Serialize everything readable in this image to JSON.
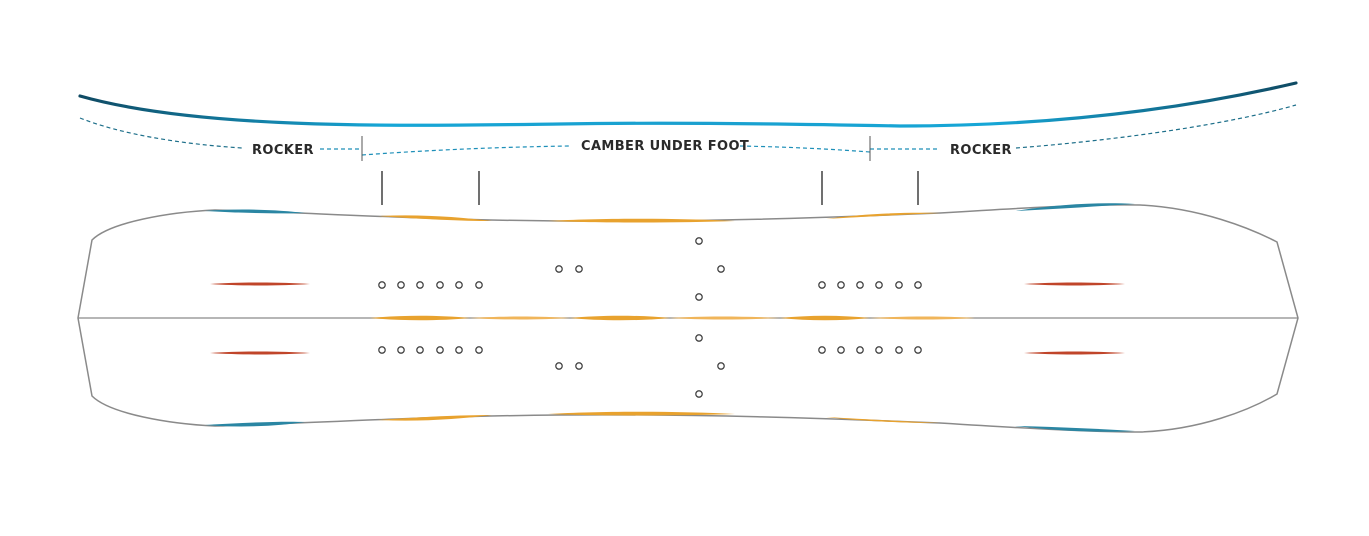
{
  "profile": {
    "labels": {
      "left_rocker": "ROCKER",
      "center": "CAMBER UNDER FOOT",
      "right_rocker": "ROCKER"
    }
  },
  "colors": {
    "profile_dark": "#0f4a63",
    "profile_light": "#16a6d6",
    "outline": "#8a8a8a",
    "insert_hole": "#444444",
    "core_rod_orange": "#e8a22e",
    "tip_rod_blue": "#2a86a3",
    "edge_rod_red": "#c0452a",
    "label_text": "#2a2a2a"
  }
}
